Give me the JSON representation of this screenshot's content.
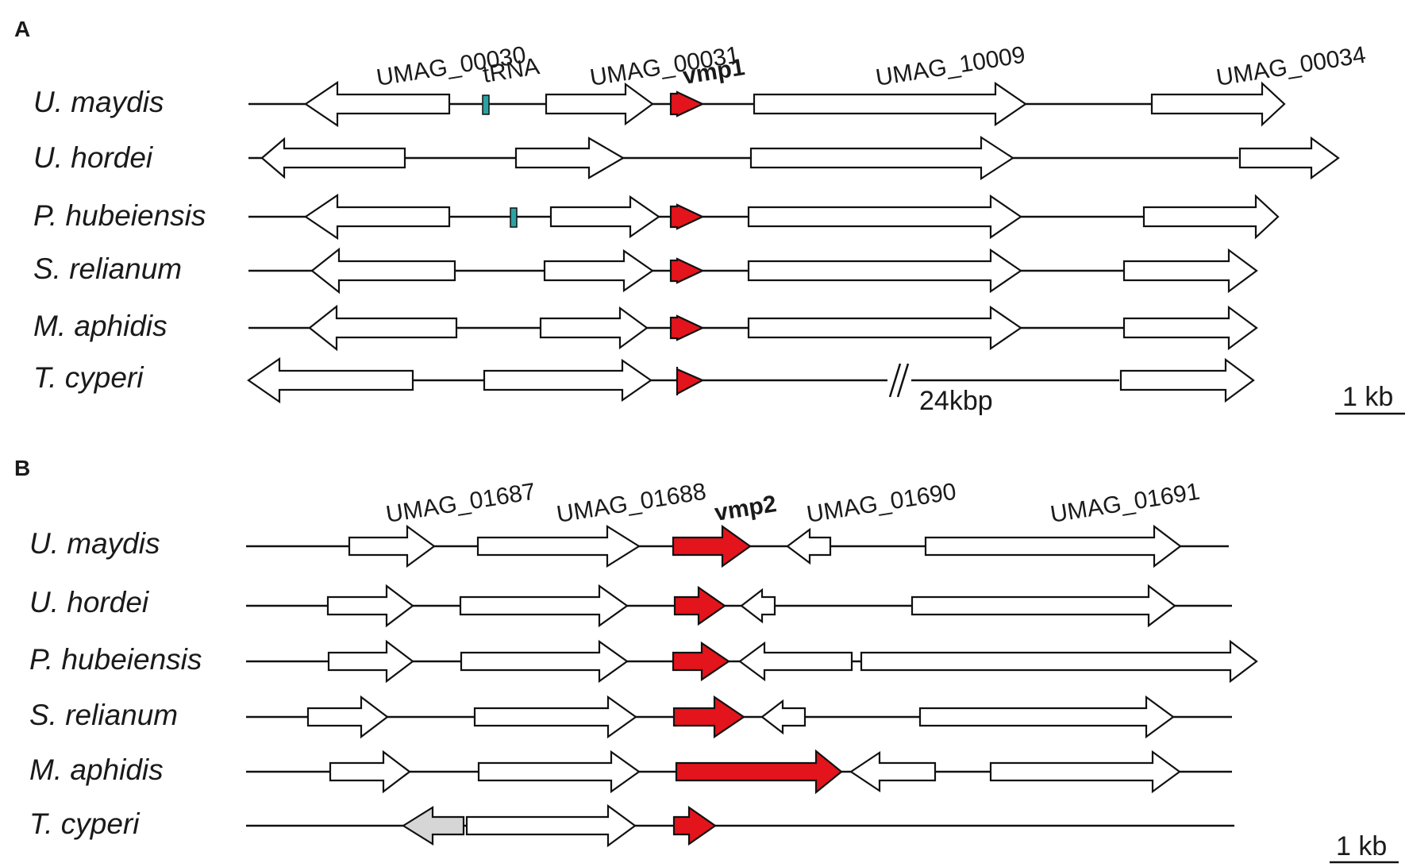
{
  "colors": {
    "plain_gene": "#ffffff",
    "highlight_gene": "#e3141c",
    "grey_gene": "#d6d6d6",
    "trna": "#2aa3a3",
    "line": "#111111"
  },
  "icons": [
    "gene-arrow-icon",
    "trna-marker-icon",
    "axis-break-icon"
  ],
  "panels": [
    {
      "id": "A",
      "label": "A",
      "scale_label": "1 kb",
      "gene_labels": [
        "UMAG_00030",
        "tRNA",
        "UMAG_00031",
        "vmp1",
        "UMAG_10009",
        "UMAG_00034"
      ],
      "highlight_gene": "vmp1",
      "gap_label": "24kbp",
      "species": [
        "U. maydis",
        "U. hordei",
        "P. hubeiensis",
        "S. relianum",
        "M. aphidis",
        "T. cyperi"
      ]
    },
    {
      "id": "B",
      "label": "B",
      "scale_label": "1 kb",
      "gene_labels": [
        "UMAG_01687",
        "UMAG_01688",
        "vmp2",
        "UMAG_01690",
        "UMAG_01691"
      ],
      "highlight_gene": "vmp2",
      "species": [
        "U. maydis",
        "U. hordei",
        "P. hubeiensis",
        "S. relianum",
        "M. aphidis",
        "T. cyperi"
      ]
    }
  ]
}
